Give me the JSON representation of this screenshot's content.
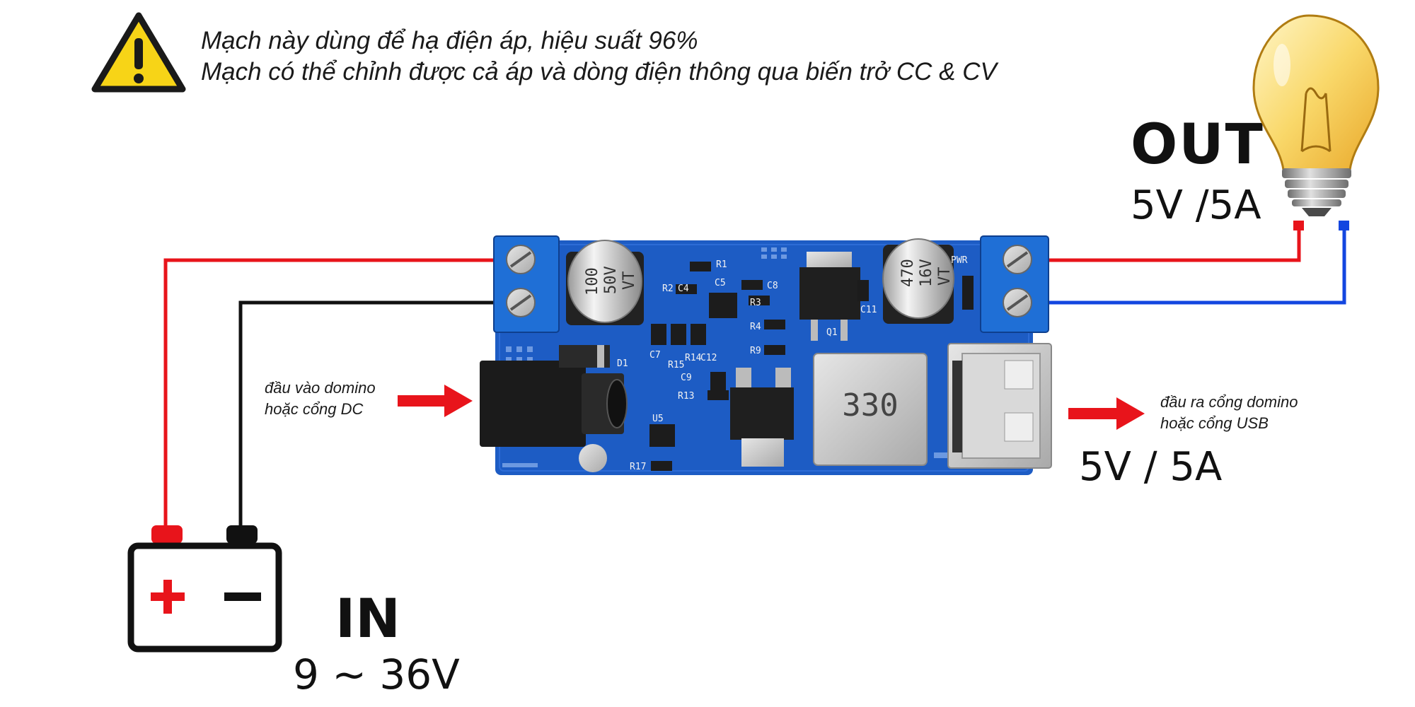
{
  "warning": {
    "line1": "Mạch này dùng để hạ điện áp, hiệu suất 96%",
    "line2": "Mạch có thể chỉnh được cả áp và dòng điện thông qua biến trở CC & CV"
  },
  "output": {
    "title": "OUT",
    "rating": "5V /5A"
  },
  "input": {
    "title": "IN",
    "range": "9 ~ 36V"
  },
  "input_note": {
    "line1": "đầu vào domino",
    "line2": "hoặc cổng DC"
  },
  "output_note": {
    "line1": "đầu ra cổng domino",
    "line2": "hoặc cổng USB"
  },
  "usb_rating": "5V / 5A",
  "battery": {
    "plus": "+",
    "minus": "−"
  },
  "board": {
    "cap_in": [
      "100",
      "50V",
      "VT"
    ],
    "cap_out": [
      "470",
      "16V",
      "VT"
    ],
    "inductor": "330",
    "silkscreen": [
      "R1",
      "R2",
      "C4",
      "C5",
      "C8",
      "R3",
      "R4",
      "R9",
      "D1",
      "C7",
      "R15",
      "R14",
      "C12",
      "C9",
      "R13",
      "U5",
      "R17",
      "Q1",
      "C11",
      "PWR"
    ]
  },
  "colors": {
    "positive_wire": "#e8141b",
    "negative_wire": "#111111",
    "output_negative_wire": "#1346e0",
    "pcb": "#1d5cc4",
    "terminal": "#1f6fd6",
    "arrow": "#e8141b",
    "warning_yellow": "#f7d417"
  }
}
